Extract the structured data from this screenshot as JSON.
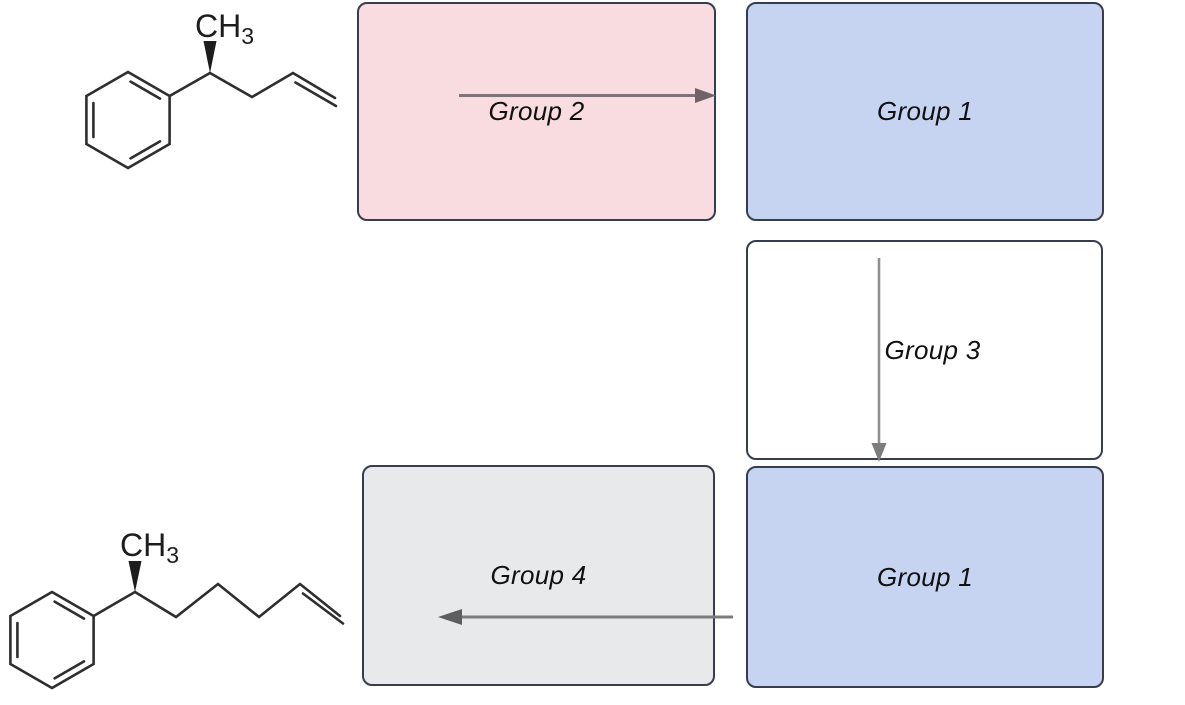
{
  "scheme": {
    "boxes": [
      {
        "label": "Group 2",
        "fill": "#f9dce0",
        "arrow": "right"
      },
      {
        "label": "Group 1",
        "fill": "#c6d4f2",
        "arrow": "none"
      },
      {
        "label": "Group 3",
        "fill": "#ffffff",
        "arrow": "down"
      },
      {
        "label": "Group 1",
        "fill": "#c6d4f2",
        "arrow": "none"
      },
      {
        "label": "Group 4",
        "fill": "#e7e9eb",
        "arrow": "left"
      }
    ],
    "molecules": {
      "reactant": {
        "label_main": "CH",
        "label_sub": "3"
      },
      "product": {
        "label_main": "CH",
        "label_sub": "3"
      }
    },
    "colors": {
      "box_border": "#373d4f",
      "pink_box": "#f9dce0",
      "blue_box": "#c6d4f2",
      "gray_box": "#e7e9eb",
      "white_box": "#ffffff",
      "arrow_gray": "#7a7a7a",
      "bond_black": "#2e2e2e",
      "label_text": "#101010"
    }
  }
}
